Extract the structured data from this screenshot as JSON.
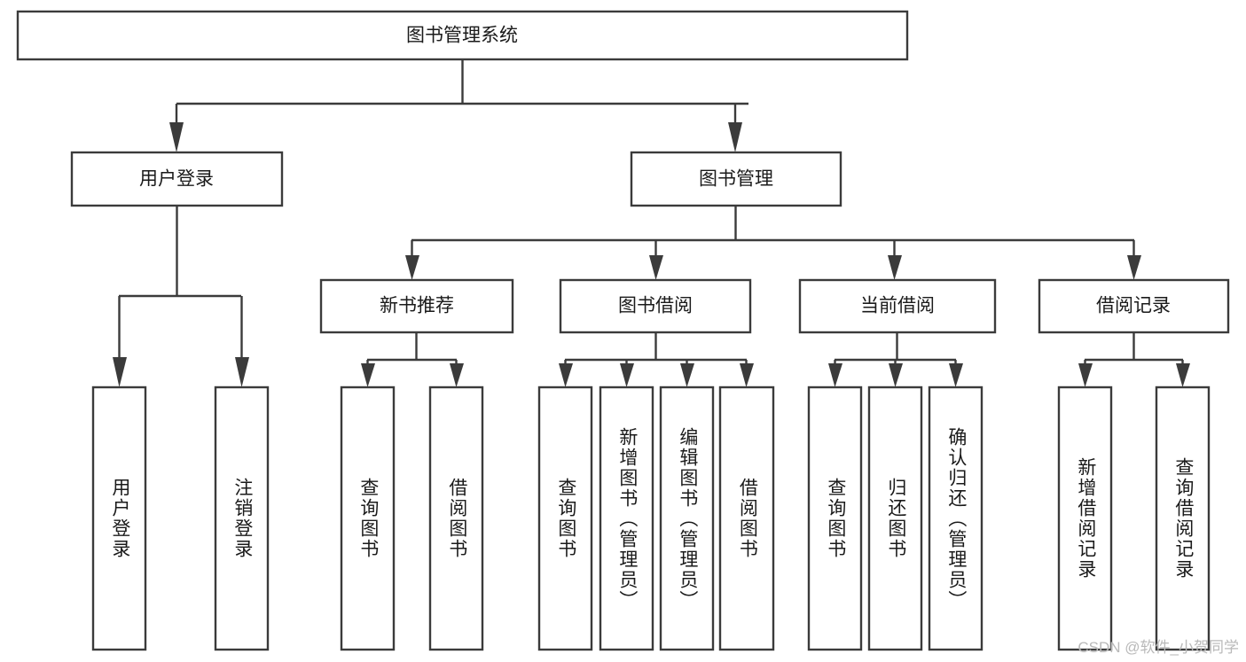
{
  "diagram": {
    "type": "tree-hierarchy",
    "title": "图书管理系统",
    "watermark": "CSDN @软件_小贺同学",
    "colors": {
      "box_stroke": "#3b3b3b",
      "box_fill": "#ffffff",
      "text": "#1a1a1a",
      "connector": "#3b3b3b",
      "watermark": "#b9b9b9",
      "background": "#ffffff"
    },
    "levels": {
      "root": {
        "label": "图书管理系统"
      },
      "level2": [
        {
          "id": "user-login",
          "label": "用户登录"
        },
        {
          "id": "book-manage",
          "label": "图书管理"
        }
      ],
      "level3": [
        {
          "id": "new-book-recommend",
          "label": "新书推荐",
          "parent": "book-manage"
        },
        {
          "id": "book-borrow",
          "label": "图书借阅",
          "parent": "book-manage"
        },
        {
          "id": "current-borrow",
          "label": "当前借阅",
          "parent": "book-manage"
        },
        {
          "id": "borrow-record",
          "label": "借阅记录",
          "parent": "book-manage"
        }
      ],
      "leaves": [
        {
          "id": "leaf-user-login",
          "label": "用户登录",
          "parent": "user-login"
        },
        {
          "id": "leaf-user-logout",
          "label": "注销登录",
          "parent": "user-login"
        },
        {
          "id": "leaf-query-book-1",
          "label": "查询图书",
          "parent": "new-book-recommend"
        },
        {
          "id": "leaf-borrow-book-1",
          "label": "借阅图书",
          "parent": "new-book-recommend"
        },
        {
          "id": "leaf-query-book-2",
          "label": "查询图书",
          "parent": "book-borrow"
        },
        {
          "id": "leaf-add-book",
          "label": "新增图书（管理员）",
          "parent": "book-borrow"
        },
        {
          "id": "leaf-edit-book",
          "label": "编辑图书（管理员）",
          "parent": "book-borrow"
        },
        {
          "id": "leaf-borrow-book-2",
          "label": "借阅图书",
          "parent": "book-borrow"
        },
        {
          "id": "leaf-query-book-3",
          "label": "查询图书",
          "parent": "current-borrow"
        },
        {
          "id": "leaf-return-book",
          "label": "归还图书",
          "parent": "current-borrow"
        },
        {
          "id": "leaf-confirm-return",
          "label": "确认归还（管理员）",
          "parent": "current-borrow"
        },
        {
          "id": "leaf-add-record",
          "label": "新增借阅记录",
          "parent": "borrow-record"
        },
        {
          "id": "leaf-query-record",
          "label": "查询借阅记录",
          "parent": "borrow-record"
        }
      ]
    }
  }
}
